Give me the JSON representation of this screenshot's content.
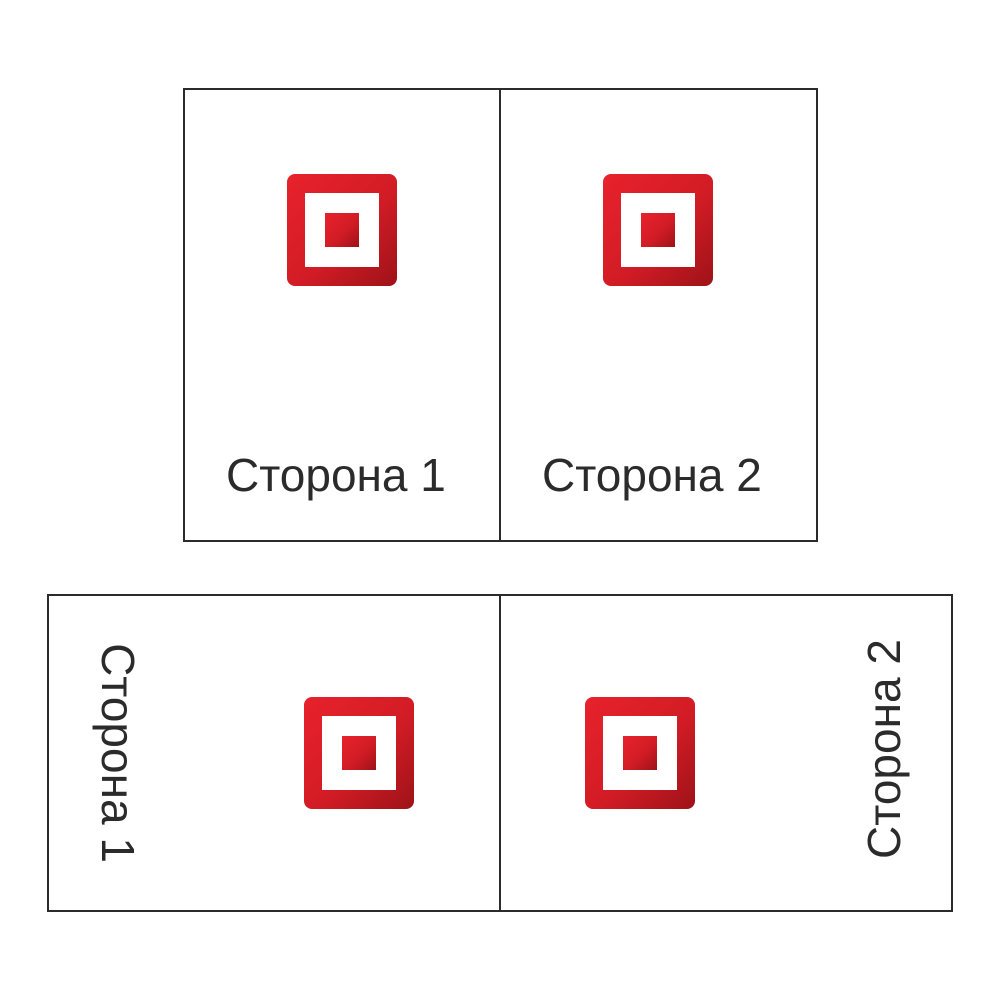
{
  "colors": {
    "stroke": "#2b2b2b",
    "brand_red": "#d9202a",
    "brand_dark": "#a01419"
  },
  "top_layout": {
    "side1": {
      "label": "Сторона 1",
      "icon": "target-square-icon"
    },
    "side2": {
      "label": "Сторона 2",
      "icon": "target-square-icon"
    }
  },
  "bottom_layout": {
    "side1": {
      "label": "Сторона 1",
      "icon": "target-square-icon"
    },
    "side2": {
      "label": "Сторона 2",
      "icon": "target-square-icon"
    }
  }
}
